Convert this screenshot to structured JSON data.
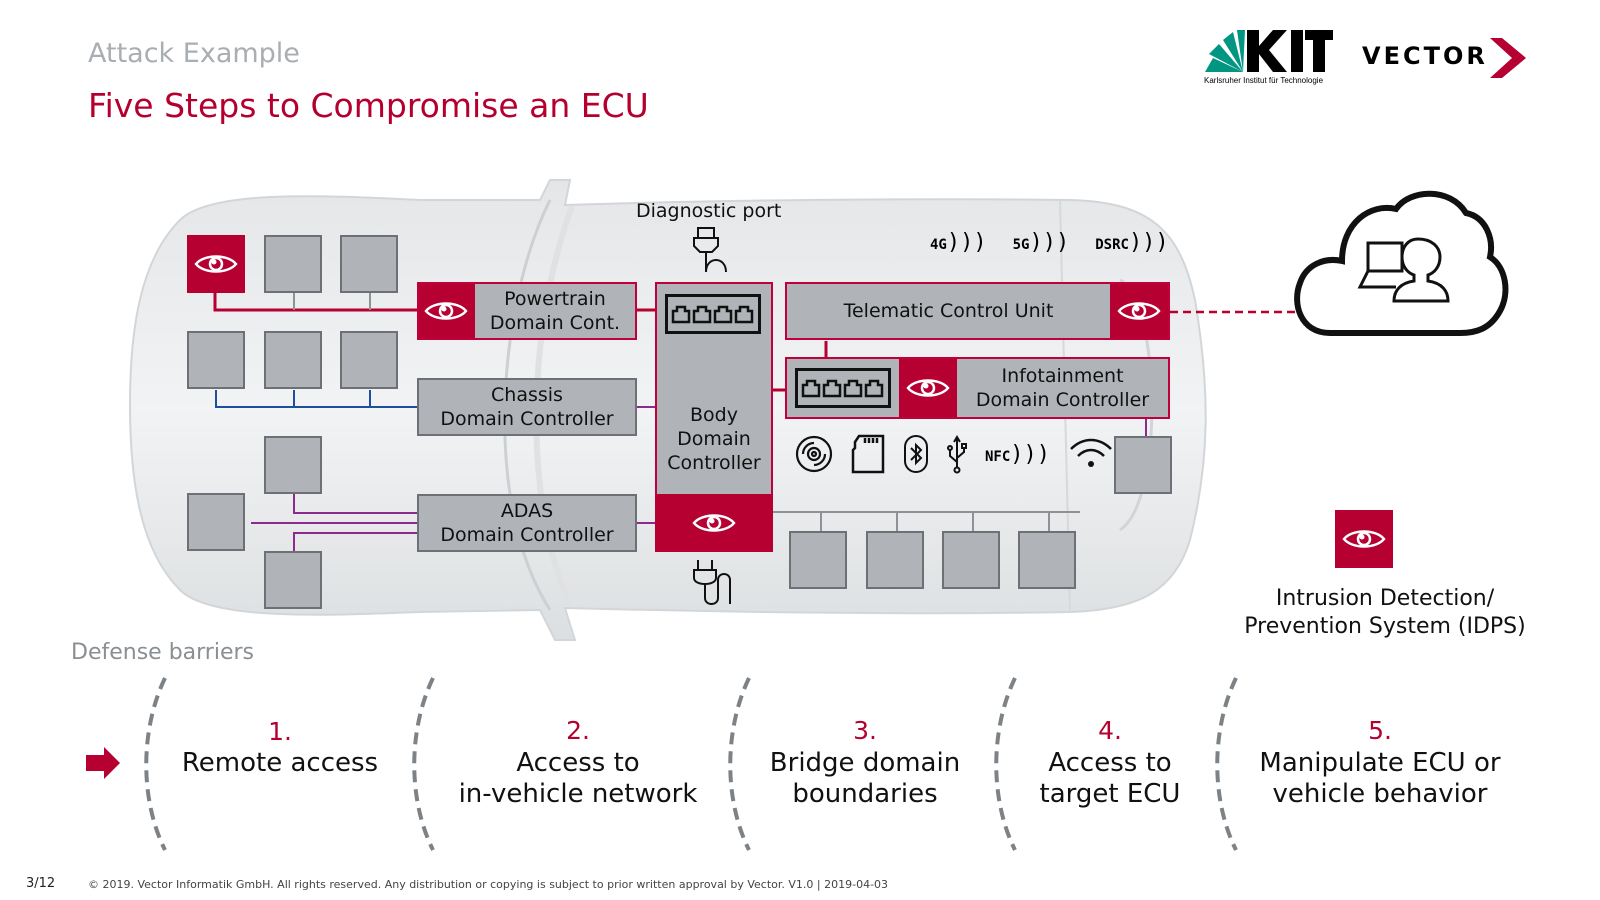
{
  "header": {
    "subtitle": "Attack Example",
    "title": "Five Steps to Compromise an ECU",
    "logos": {
      "kit_mark": "KIT",
      "kit_caption": "Karlsruher Institut für Technologie",
      "vector_wordmark": "VECTOR"
    }
  },
  "colors": {
    "accent_red": "#b60032",
    "ecu_grey": "#b0b4b8",
    "can_blue": "#1f4e9c",
    "bus_purple": "#8b2a8f",
    "subtitle_grey": "#a9aeb3"
  },
  "diagram": {
    "diagnostic_port_label": "Diagnostic port",
    "wireless_labels": [
      "4G",
      "5G",
      "DSRC"
    ],
    "interface_icons": [
      "cd-icon",
      "sd-card-icon",
      "bluetooth-icon",
      "usb-icon",
      "nfc-icon",
      "wifi-icon"
    ],
    "nfc_label": "NFC",
    "controllers": {
      "powertrain": [
        "Powertrain",
        "Domain Cont."
      ],
      "chassis": [
        "Chassis",
        "Domain Controller"
      ],
      "adas": [
        "ADAS",
        "Domain Controller"
      ],
      "body": [
        "Body",
        "Domain",
        "Controller"
      ],
      "telematic": "Telematic Control Unit",
      "infotainment": [
        "Infotainment",
        "Domain Controller"
      ]
    }
  },
  "legend": {
    "idps_line1": "Intrusion Detection/",
    "idps_line2": "Prevention System (IDPS)"
  },
  "barriers": {
    "label": "Defense barriers",
    "steps": [
      {
        "num": "1.",
        "line1": "Remote access",
        "line2": ""
      },
      {
        "num": "2.",
        "line1": "Access to",
        "line2": "in-vehicle network"
      },
      {
        "num": "3.",
        "line1": "Bridge domain",
        "line2": "boundaries"
      },
      {
        "num": "4.",
        "line1": "Access to",
        "line2": "target ECU"
      },
      {
        "num": "5.",
        "line1": "Manipulate ECU or",
        "line2": "vehicle behavior"
      }
    ]
  },
  "footer": {
    "page": "3/12",
    "copyright": "© 2019. Vector Informatik GmbH. All rights reserved. Any distribution or copying is subject to prior written approval by Vector. V1.0 | 2019-04-03"
  }
}
